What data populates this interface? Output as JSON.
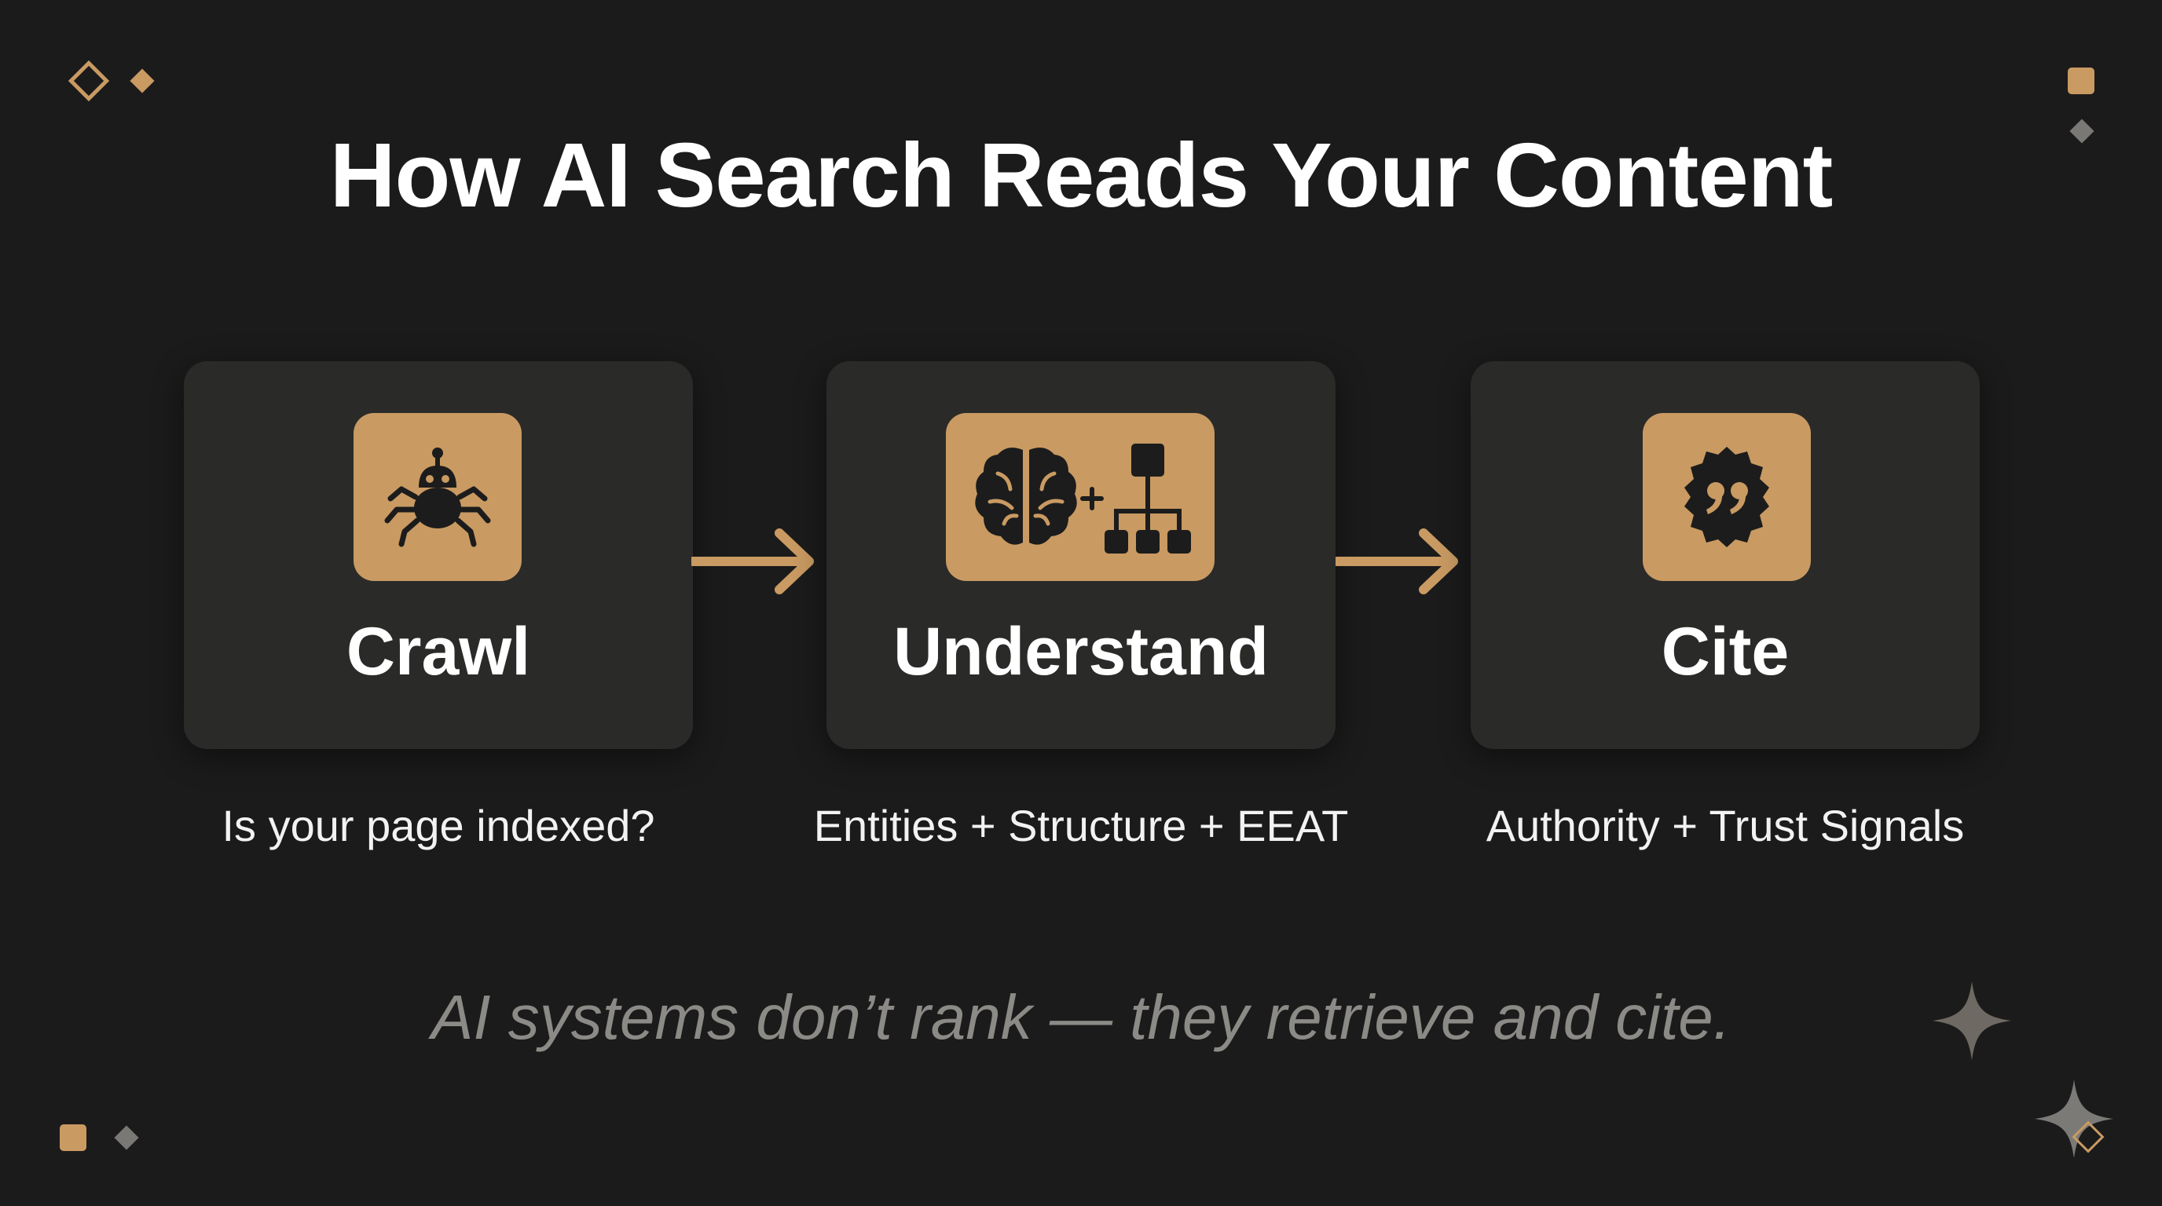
{
  "title": "How AI Search Reads Your Content",
  "accent_color": "#c99a62",
  "steps": [
    {
      "label": "Crawl",
      "caption": "Is your page indexed?",
      "icon": "spider-bot-icon"
    },
    {
      "label": "Understand",
      "caption": "Entities + Structure + EEAT",
      "icon": "brain-plus-hierarchy-icon"
    },
    {
      "label": "Cite",
      "caption": "Authority + Trust Signals",
      "icon": "quote-badge-icon"
    }
  ],
  "tagline": "AI systems don’t rank — they retrieve and cite."
}
